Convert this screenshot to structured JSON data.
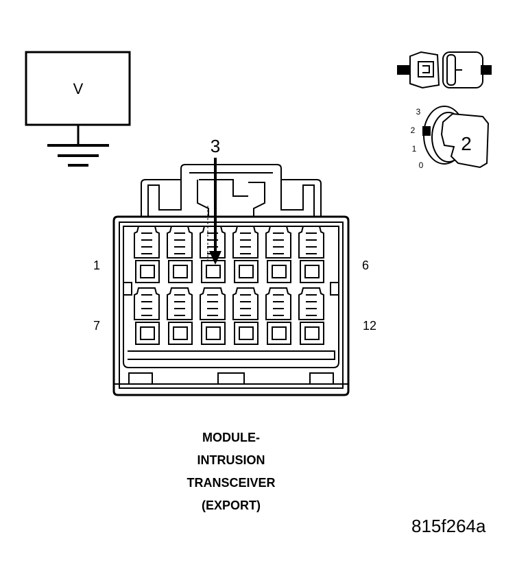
{
  "meter": {
    "label": "V"
  },
  "probe_pin": "3",
  "pin_labels": {
    "top_left": "1",
    "top_right": "6",
    "bottom_left": "7",
    "bottom_right": "12"
  },
  "switch": {
    "positions": [
      "3",
      "2",
      "1",
      "0"
    ],
    "selected": "2"
  },
  "caption": {
    "line1": "MODULE-",
    "line2": "INTRUSION",
    "line3": "TRANSCEIVER",
    "line4": "(EXPORT)"
  },
  "figure_id": "815f264a"
}
